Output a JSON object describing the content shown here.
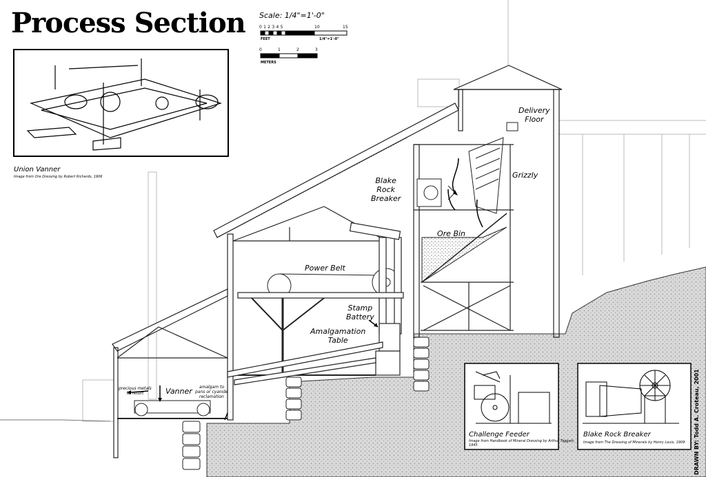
{
  "title": "Process Section",
  "scale": {
    "label": "Scale: 1/4\"=1'-0\"",
    "feet_ticks": [
      "0",
      "1",
      "2",
      "3",
      "4",
      "5",
      "10",
      "15"
    ],
    "feet_label": "FEET",
    "feet_note": "1/4\"=1'-0\"",
    "meter_ticks": [
      "0",
      "1",
      "2",
      "3"
    ],
    "meter_label": "METERS"
  },
  "inset_vanner": {
    "caption": "Union Vanner",
    "source": "Image from Ore Dressing by Robert Richards, 1906"
  },
  "labels": {
    "delivery_floor": "Delivery\nFloor",
    "grizzly": "Grizzly",
    "blake_rock_breaker": "Blake\nRock\nBreaker",
    "ore_bin": "Ore Bin",
    "power_belt": "Power Belt",
    "stamp_battery": "Stamp\nBattery",
    "amalgamation_table": "Amalgamation\nTable",
    "vanner": "Vanner",
    "precious_metals": "precious metals\nto retort",
    "amalgam": "amalgam to\npans or cyanide\nreclamation"
  },
  "inset_feeder": {
    "caption": "Challenge Feeder",
    "source": "Image from Handbook of Mineral Dressing by Arthur Taggart,\n1945"
  },
  "inset_breaker": {
    "caption": "Blake Rock Breaker",
    "source": "Image from The Dressing of Minerals by Henry Louis, 1909"
  },
  "credit": "DRAWN BY: Todd A. Croteau, 2001"
}
